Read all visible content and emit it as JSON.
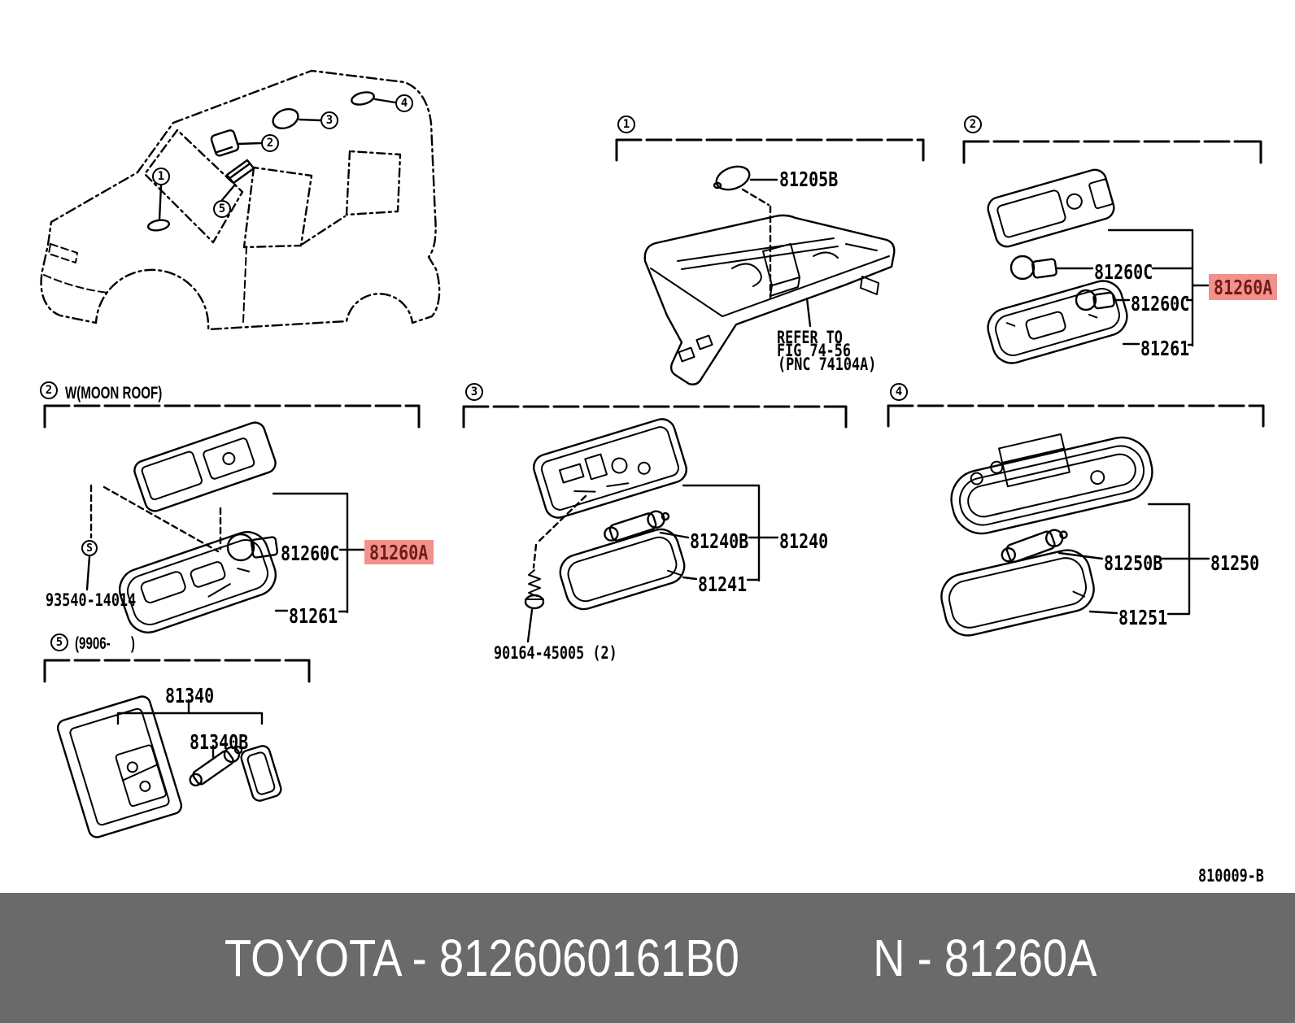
{
  "colors": {
    "ink": "#000000",
    "highlight_bg": "#f2918b",
    "highlight_fg": "#6e1d15",
    "banner_bg": "#6a6a6a",
    "banner_fg": "#ffffff"
  },
  "diagram_code": "810009-B",
  "banner": {
    "left": "TOYOTA - 8126060161B0",
    "right": "N - 81260A"
  },
  "vehicle_callouts": [
    "1",
    "2",
    "3",
    "4",
    "5"
  ],
  "sections": {
    "s1": {
      "num": "1",
      "labels": {
        "bulb": "81205B",
        "refer_line1": "REFER TO",
        "refer_line2": "FIG 74-56",
        "refer_line3": "(PNC 74104A)"
      }
    },
    "s2_right": {
      "num": "2",
      "labels": {
        "bulb1": "81260C",
        "bulb2": "81260C",
        "highlight": "81260A",
        "lens": "81261"
      }
    },
    "s2_left": {
      "num": "2",
      "condition": "W(MOON ROOF)",
      "labels": {
        "screw_symbol": "S",
        "screw": "93540-14014",
        "bulb": "81260C",
        "highlight": "81260A",
        "lens": "81261"
      }
    },
    "s3": {
      "num": "3",
      "labels": {
        "bulb": "81240B",
        "assy": "81240",
        "lens": "81241",
        "screw": "90164-45005 (2)"
      }
    },
    "s4": {
      "num": "4",
      "labels": {
        "bulb": "81250B",
        "assy": "81250",
        "lens": "81251"
      }
    },
    "s5": {
      "num": "5",
      "condition": "(9906-      )",
      "labels": {
        "assy": "81340",
        "bulb": "81340B"
      }
    }
  }
}
